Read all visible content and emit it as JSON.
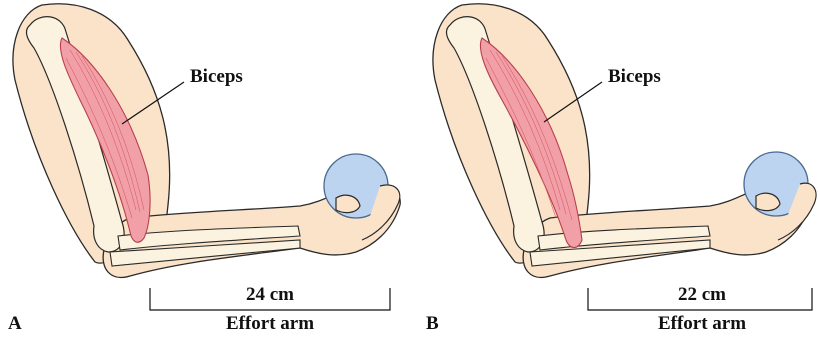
{
  "panels": [
    {
      "letter": "A",
      "muscle_label": "Biceps",
      "measurement": "24 cm",
      "arm_label": "Effort arm"
    },
    {
      "letter": "B",
      "muscle_label": "Biceps",
      "measurement": "22 cm",
      "arm_label": "Effort arm"
    }
  ],
  "colors": {
    "skin": "#fbe3c9",
    "skin_outline": "#2a2a2a",
    "bone": "#fbf3df",
    "muscle": "#f2a0a8",
    "muscle_line": "#d9606b",
    "ball": "#bcd4ef",
    "ball_outline": "#4a6a8f"
  }
}
